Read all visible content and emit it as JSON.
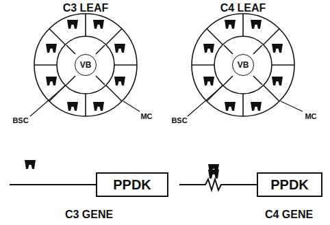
{
  "diagram": {
    "nodes": [
      {
        "text": [
          "VB"
        ]
      },
      {
        "text": [
          "PPDK"
        ]
      },
      {
        "text": [
          "VB"
        ]
      },
      {
        "text": [
          "PPDK"
        ]
      }
    ],
    "labels": [
      "C3 LEAF",
      "C4 LEAF",
      "BSC",
      "MC",
      "BSC",
      "MC",
      "C3 GENE",
      "C4 GENE"
    ]
  }
}
